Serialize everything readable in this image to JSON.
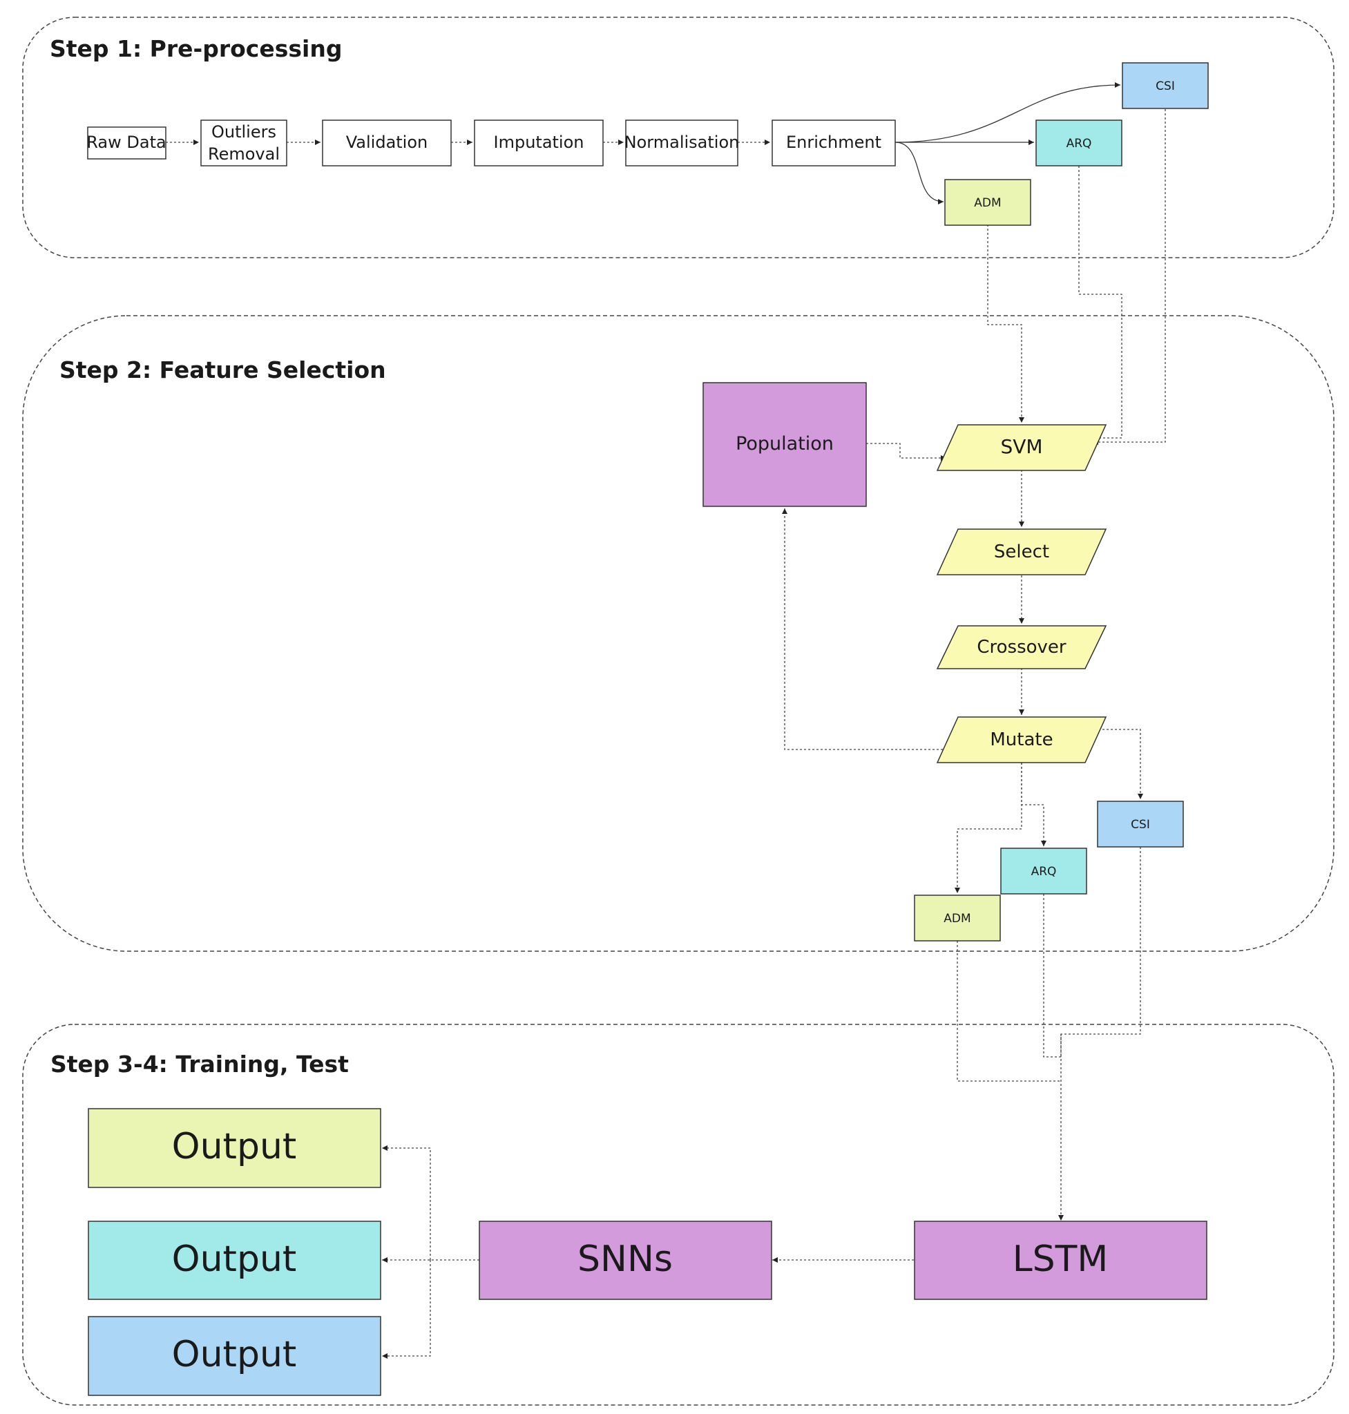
{
  "groups": {
    "step1": "Step 1: Pre-processing",
    "step2": "Step 2: Feature Selection",
    "step3": "Step 3-4:  Training, Test"
  },
  "step1": {
    "raw_data": "Raw Data",
    "outliers_1": "Outliers",
    "outliers_2": "Removal",
    "validation": "Validation",
    "imputation": "Imputation",
    "normalisation": "Normalisation",
    "enrichment": "Enrichment",
    "csi": "CSI",
    "arq": "ARQ",
    "adm": "ADM"
  },
  "step2": {
    "population": "Population",
    "svm": "SVM",
    "select": "Select",
    "crossover": "Crossover",
    "mutate": "Mutate",
    "csi": "CSI",
    "arq": "ARQ",
    "adm": "ADM"
  },
  "step3": {
    "lstm": "LSTM",
    "snns": "SNNs",
    "output_1": "Output",
    "output_2": "Output",
    "output_3": "Output"
  },
  "colors": {
    "adm": "#eaf5b3",
    "arq": "#a2eaea",
    "csi": "#abd6f6",
    "ga_step": "#fafab3",
    "model": "#d39bdc",
    "group_border": "#444444"
  }
}
